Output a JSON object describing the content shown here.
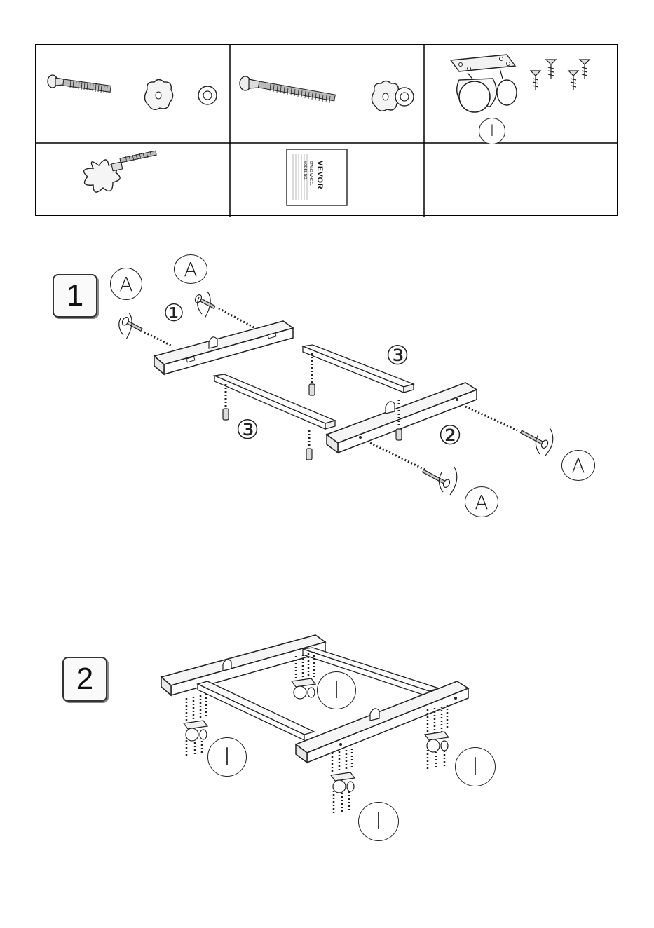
{
  "parts_table": {
    "manual_brand": "VEVOR",
    "manual_lines": [
      "STAND WHEEL",
      "MODEL NO."
    ],
    "caster_callout": "Ⅰ"
  },
  "step1": {
    "number": "1",
    "callouts": {
      "a_top_left": "A",
      "a_top_mid": "A",
      "a_right_upper": "A",
      "a_right_lower": "A",
      "part1": "①",
      "part2": "②",
      "part3_upper": "③",
      "part3_lower": "③"
    }
  },
  "step2": {
    "number": "2",
    "callouts": {
      "caster_center": "Ⅰ",
      "caster_left": "Ⅰ",
      "caster_right": "Ⅰ",
      "caster_front": "Ⅰ"
    }
  }
}
